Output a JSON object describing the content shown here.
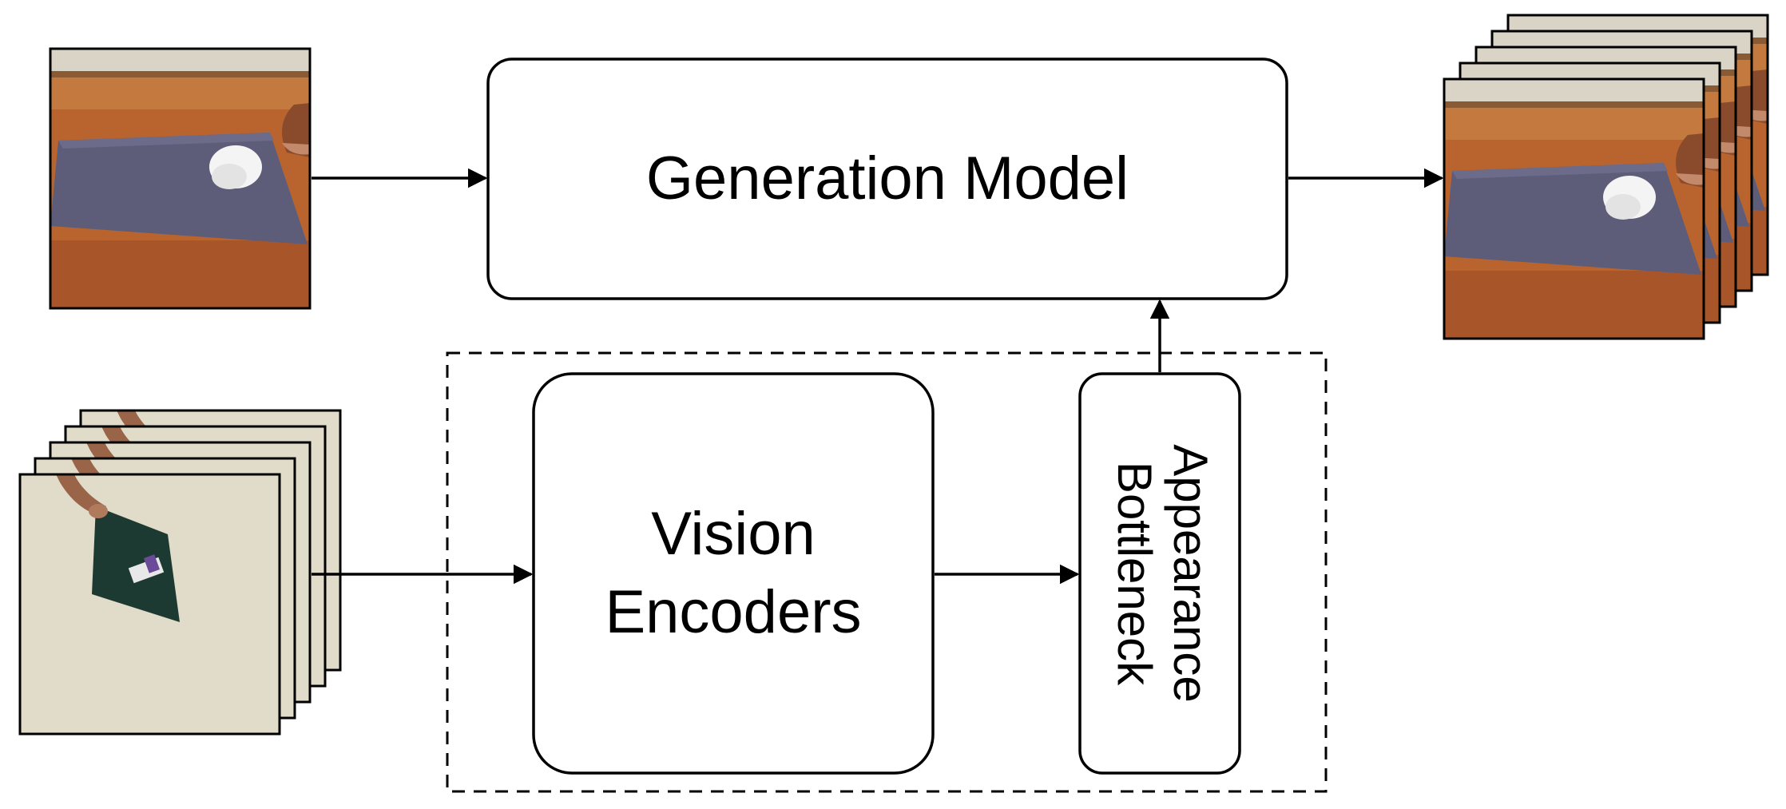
{
  "nodes": {
    "generation_model": {
      "label": "Generation Model"
    },
    "vision_encoders": {
      "lines": [
        "Vision",
        "Encoders"
      ]
    },
    "appearance_bottleneck": {
      "lines": [
        "Appearance",
        "Bottleneck"
      ]
    }
  },
  "colors": {
    "stroke": "#000000",
    "table_wood": "#b9642e",
    "mat": "#5d5d7a",
    "wall": "#ddd6c4",
    "card": "#1d3a32",
    "object": "#f4f4f4"
  }
}
